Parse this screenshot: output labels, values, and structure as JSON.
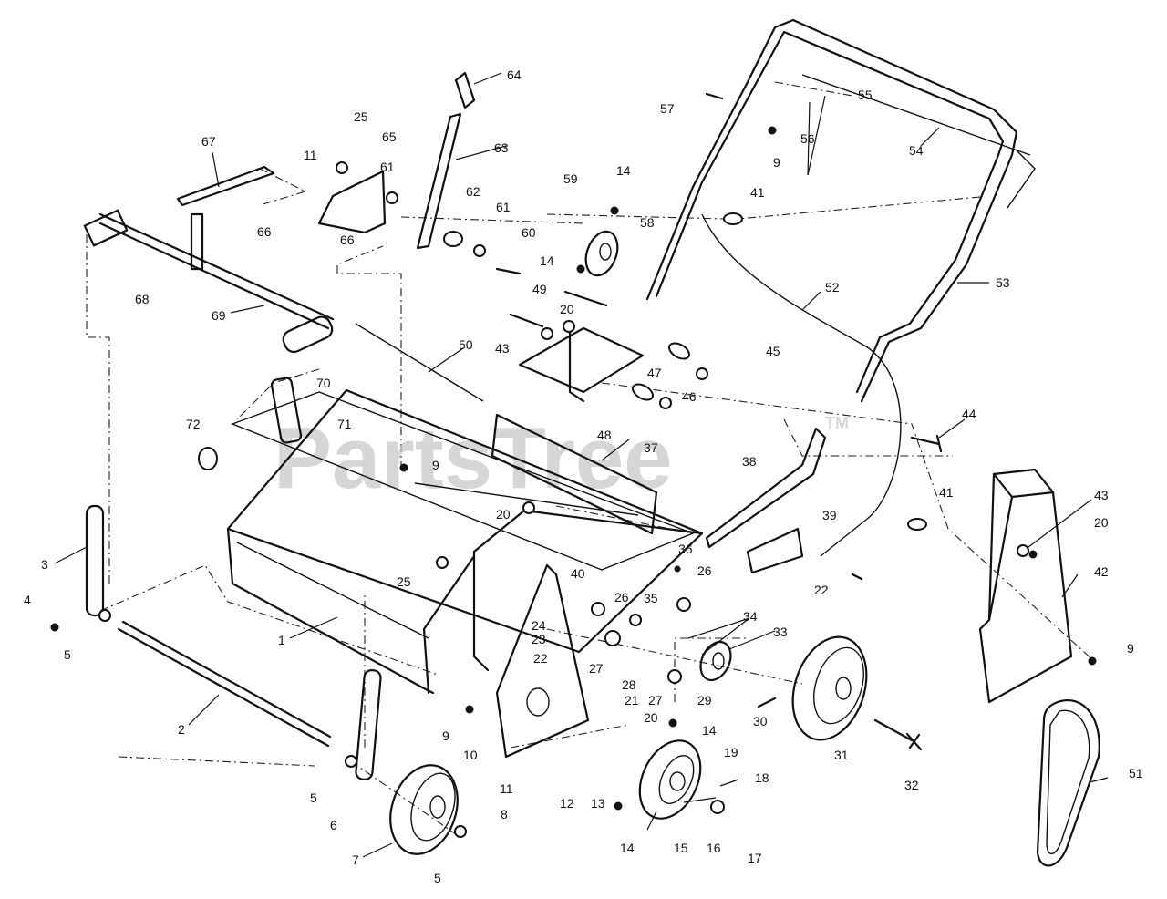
{
  "watermark": {
    "text": "PartsTree",
    "trademark": "TM"
  },
  "callouts": {
    "c1": "1",
    "c2": "2",
    "c3": "3",
    "c4": "4",
    "c5a": "5",
    "c5b": "5",
    "c5c": "5",
    "c6": "6",
    "c7": "7",
    "c8": "8",
    "c9a": "9",
    "c9b": "9",
    "c9c": "9",
    "c9d": "9",
    "c10": "10",
    "c11a": "11",
    "c11b": "11",
    "c12": "12",
    "c13": "13",
    "c14a": "14",
    "c14b": "14",
    "c14c": "14",
    "c14d": "14",
    "c15": "15",
    "c16": "16",
    "c17": "17",
    "c18": "18",
    "c19": "19",
    "c20a": "20",
    "c20b": "20",
    "c20c": "20",
    "c20d": "20",
    "c21": "21",
    "c22a": "22",
    "c22b": "22",
    "c23": "23",
    "c24": "24",
    "c25a": "25",
    "c25b": "25",
    "c26a": "26",
    "c26b": "26",
    "c27a": "27",
    "c27b": "27",
    "c28": "28",
    "c29": "29",
    "c30": "30",
    "c31": "31",
    "c32": "32",
    "c33": "33",
    "c34": "34",
    "c35": "35",
    "c36": "36",
    "c37": "37",
    "c38": "38",
    "c39": "39",
    "c40": "40",
    "c41a": "41",
    "c41b": "41",
    "c42": "42",
    "c43a": "43",
    "c43b": "43",
    "c44": "44",
    "c45": "45",
    "c46": "46",
    "c47": "47",
    "c48": "48",
    "c49": "49",
    "c50": "50",
    "c51": "51",
    "c52": "52",
    "c53": "53",
    "c54": "54",
    "c55": "55",
    "c56": "56",
    "c57": "57",
    "c58": "58",
    "c59": "59",
    "c60": "60",
    "c61a": "61",
    "c61b": "61",
    "c62": "62",
    "c63": "63",
    "c64": "64",
    "c65": "65",
    "c66a": "66",
    "c66b": "66",
    "c67": "67",
    "c68": "68",
    "c69": "69",
    "c70": "70",
    "c71": "71",
    "c72": "72"
  }
}
